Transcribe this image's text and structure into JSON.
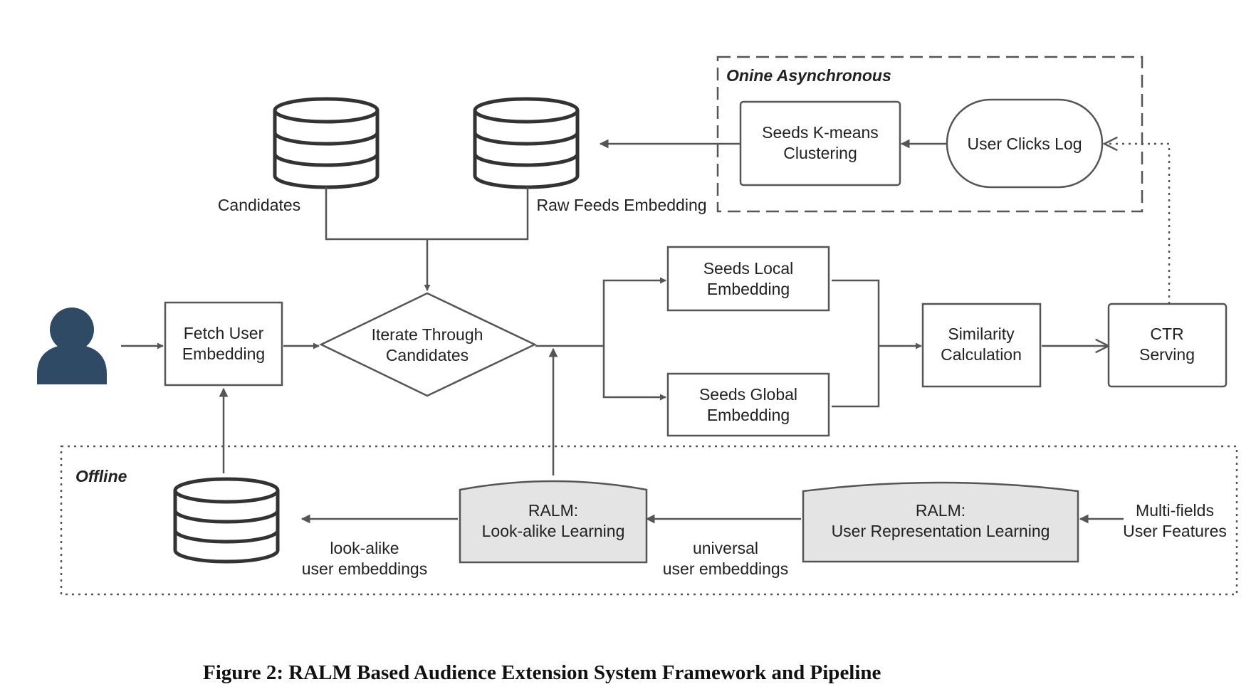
{
  "groups": {
    "online": "Onine Asynchronous",
    "offline": "Offline"
  },
  "stores": {
    "candidates": "Candidates",
    "raw_feeds": "Raw Feeds Embedding"
  },
  "nodes": {
    "fetch_user": [
      "Fetch User",
      "Embedding"
    ],
    "iterate": [
      "Iterate Through",
      "Candidates"
    ],
    "seeds_local": [
      "Seeds Local",
      "Embedding"
    ],
    "seeds_global": [
      "Seeds Global",
      "Embedding"
    ],
    "similarity": [
      "Similarity",
      "Calculation"
    ],
    "ctr": [
      "CTR",
      "Serving"
    ],
    "kmeans": [
      "Seeds K-means",
      "Clustering"
    ],
    "clicks_log": "User Clicks Log",
    "ralm_lookalike": [
      "RALM:",
      "Look-alike Learning"
    ],
    "ralm_user_rep": [
      "RALM:",
      "User Representation Learning"
    ]
  },
  "edge_labels": {
    "lookalike_emb": [
      "look-alike",
      "user embeddings"
    ],
    "universal_emb": [
      "universal",
      "user embeddings"
    ],
    "multi_fields": [
      "Multi-fields",
      "User Features"
    ]
  },
  "caption": "Figure 2: RALM Based Audience Extension System Framework and Pipeline",
  "colors": {
    "stroke": "#555555",
    "database": "#333333",
    "user_icon": "#2f4a64",
    "ralm_fill": "#e4e4e4"
  },
  "icons": {
    "user": "user-icon",
    "database": "database-icon"
  }
}
